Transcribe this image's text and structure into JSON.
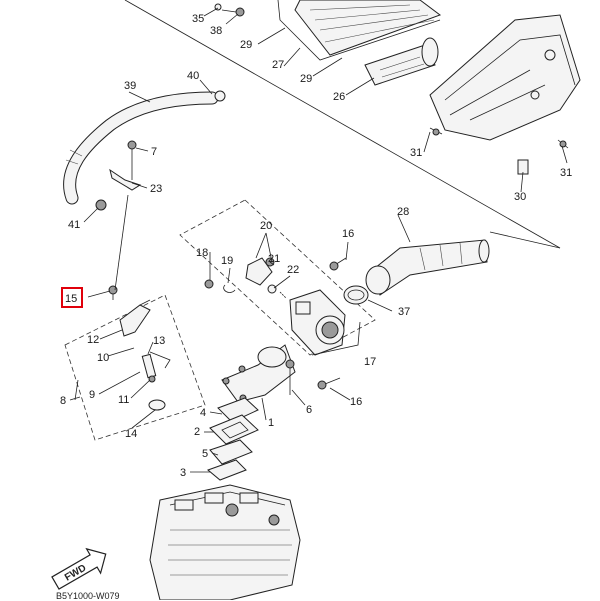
{
  "diagram": {
    "highlight_color": "#e0000b",
    "fwd_label": "FWD",
    "footer_code": "B5Y1000-W079",
    "callouts": {
      "n1": "1",
      "n2": "2",
      "n3": "3",
      "n4": "4",
      "n5": "5",
      "n6": "6",
      "n8": "8",
      "n9": "9",
      "n10": "10",
      "n11": "11",
      "n12": "12",
      "n13": "13",
      "n14": "14",
      "n15": "15",
      "n16a": "16",
      "n16b": "16",
      "n17": "17",
      "n18": "18",
      "n19": "19",
      "n20": "20",
      "n21": "21",
      "n22": "22",
      "n23": "23",
      "n26": "26",
      "n27": "27",
      "n28": "28",
      "n29a": "29",
      "n29b": "29",
      "n30": "30",
      "n31a": "31",
      "n31b": "31",
      "n35": "35",
      "n37": "37",
      "n38": "38",
      "n39": "39",
      "n40": "40",
      "n41": "41"
    }
  }
}
